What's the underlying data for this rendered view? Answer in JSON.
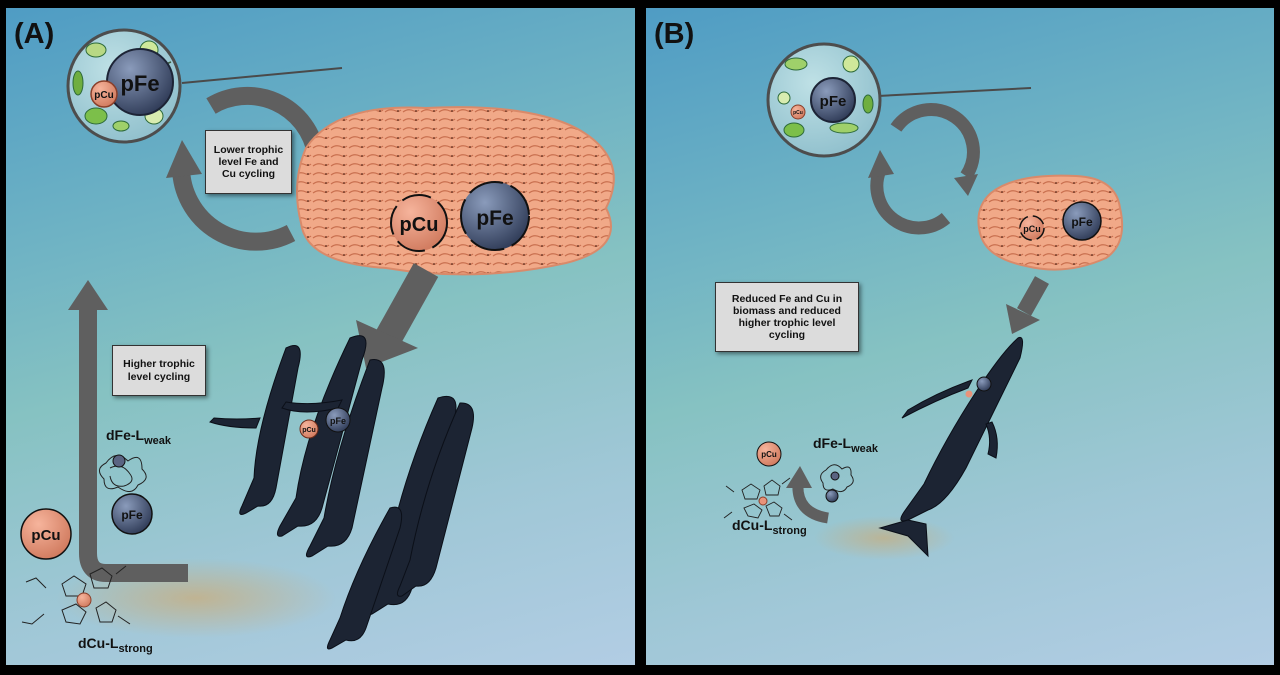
{
  "panels": [
    {
      "letter": "(A)",
      "bubble_pcu": "pCu",
      "bubble_pfe": "pFe",
      "krill_pcu": "pCu",
      "krill_pfe": "pFe",
      "lower_label": "Lower trophic level Fe and Cu cycling",
      "higher_label": "Higher trophic level cycling",
      "whale_pcu": "pCu",
      "whale_pfe": "pFe",
      "dfe_base": "dFe-L",
      "dfe_sub": "weak",
      "free_pfe": "pFe",
      "free_pcu": "pCu",
      "dcu_base": "dCu-L",
      "dcu_sub": "strong"
    },
    {
      "letter": "(B)",
      "bubble_pcu": "pCu",
      "bubble_pfe": "pFe",
      "krill_pcu": "pCu",
      "krill_pfe": "pFe",
      "reduced_label": "Reduced Fe and Cu in biomass and reduced higher trophic level cycling",
      "free_pcu": "pCu",
      "dfe_base": "dFe-L",
      "dfe_sub": "weak",
      "dcu_base": "dCu-L",
      "dcu_sub": "strong"
    }
  ],
  "colors": {
    "arrow": "#5f5f5f",
    "krill": "#e39a7c",
    "whale": "#1c2433",
    "pcu": "#e9937a",
    "pfe": "#4d5a78",
    "label_bg": "#dcdcdc"
  }
}
